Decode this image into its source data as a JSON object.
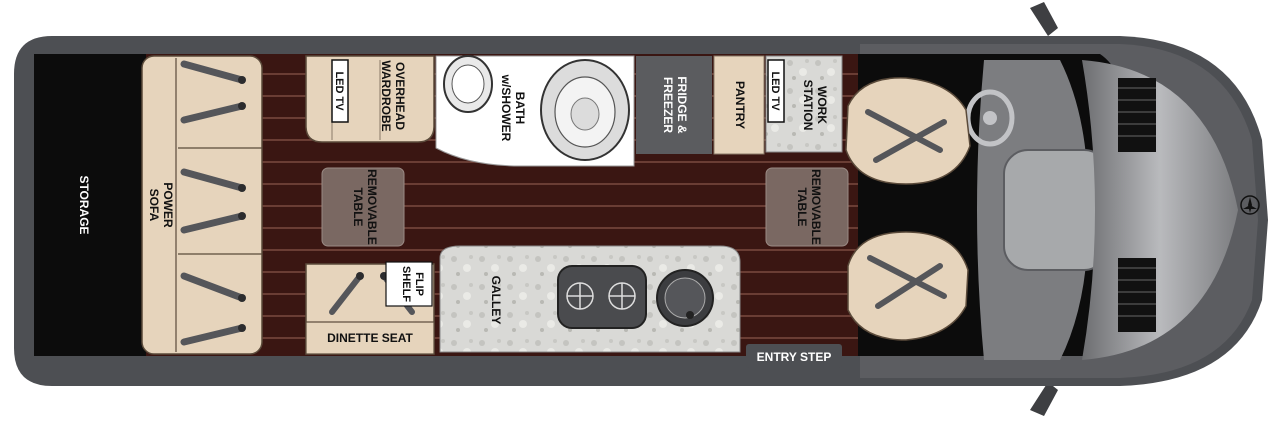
{
  "labels": {
    "storage": "STORAGE",
    "power_sofa": [
      "POWER",
      "SOFA"
    ],
    "led_tv_left": "LED TV",
    "overhead_wardrobe": [
      "OVERHEAD",
      "WARDROBE"
    ],
    "bath": [
      "BATH",
      "w/SHOWER"
    ],
    "fridge": [
      "FRIDGE &",
      "FREEZER"
    ],
    "pantry": "PANTRY",
    "led_tv_right": "LED TV",
    "work_station": [
      "WORK",
      "STATION"
    ],
    "removable_table_left": [
      "REMOVABLE",
      "TABLE"
    ],
    "removable_table_right": [
      "REMOVABLE",
      "TABLE"
    ],
    "flip_shelf": [
      "FLIP",
      "SHELF"
    ],
    "dinette_seat": "DINETTE SEAT",
    "galley": "GALLEY",
    "entry_step": "ENTRY STEP"
  },
  "colors": {
    "body": "#4d4f53",
    "floor": "#3a1612",
    "floor_line": "#7a4a40",
    "cushion": "#e6d4bc",
    "counter": "#d8d8d6",
    "fridge": "#5b5c5f",
    "cab": "#0c0c0c",
    "windshield": "#a7a9ab"
  }
}
